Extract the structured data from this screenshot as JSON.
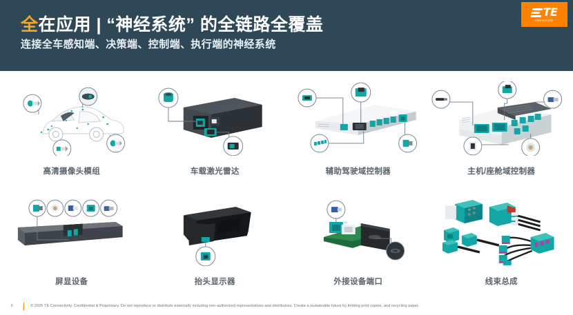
{
  "header": {
    "title_accent": "全",
    "title_rest": "在应用 | “神经系统” 的全链路全覆盖",
    "subtitle": "连接全车感知端、决策端、控制端、执行端的神经系统",
    "background_color": "#2f4858",
    "accent_color": "#f5a623"
  },
  "logo": {
    "name": "TE",
    "tagline": "connectivity",
    "background_color": "#ff8200"
  },
  "products": [
    {
      "label": "高清摄像头模组",
      "icon": "car-sensor-diagram-icon",
      "callouts": 4
    },
    {
      "label": "车载激光雷达",
      "icon": "lidar-module-icon",
      "callouts": 2
    },
    {
      "label": "辅助驾驶域控制器",
      "icon": "adas-domain-controller-icon",
      "callouts": 4
    },
    {
      "label": "主机/座舱域控制器",
      "icon": "cockpit-domain-controller-icon",
      "callouts": 5
    },
    {
      "label": "屏显设备",
      "icon": "display-bar-icon",
      "callouts": 5
    },
    {
      "label": "抬头显示器",
      "icon": "head-up-display-icon",
      "callouts": 1
    },
    {
      "label": "外接设备端口",
      "icon": "external-device-port-icon",
      "callouts": 2
    },
    {
      "label": "线束总成",
      "icon": "wire-harness-assembly-icon",
      "callouts": 0
    }
  ],
  "footer": {
    "page_number": "8",
    "copyright": "© 2025 TE Connectivity. Confidential & Proprietary. Do not reproduce or distribute externally including non-authorized representatives and distributors. Create a sustainable future by limiting print copies, and recycling paper."
  },
  "colors": {
    "teal": "#16a6a6",
    "teal_dark": "#0d7f82",
    "slate": "#2f4858",
    "orange": "#ff8200",
    "caption_gray": "#59646b"
  }
}
